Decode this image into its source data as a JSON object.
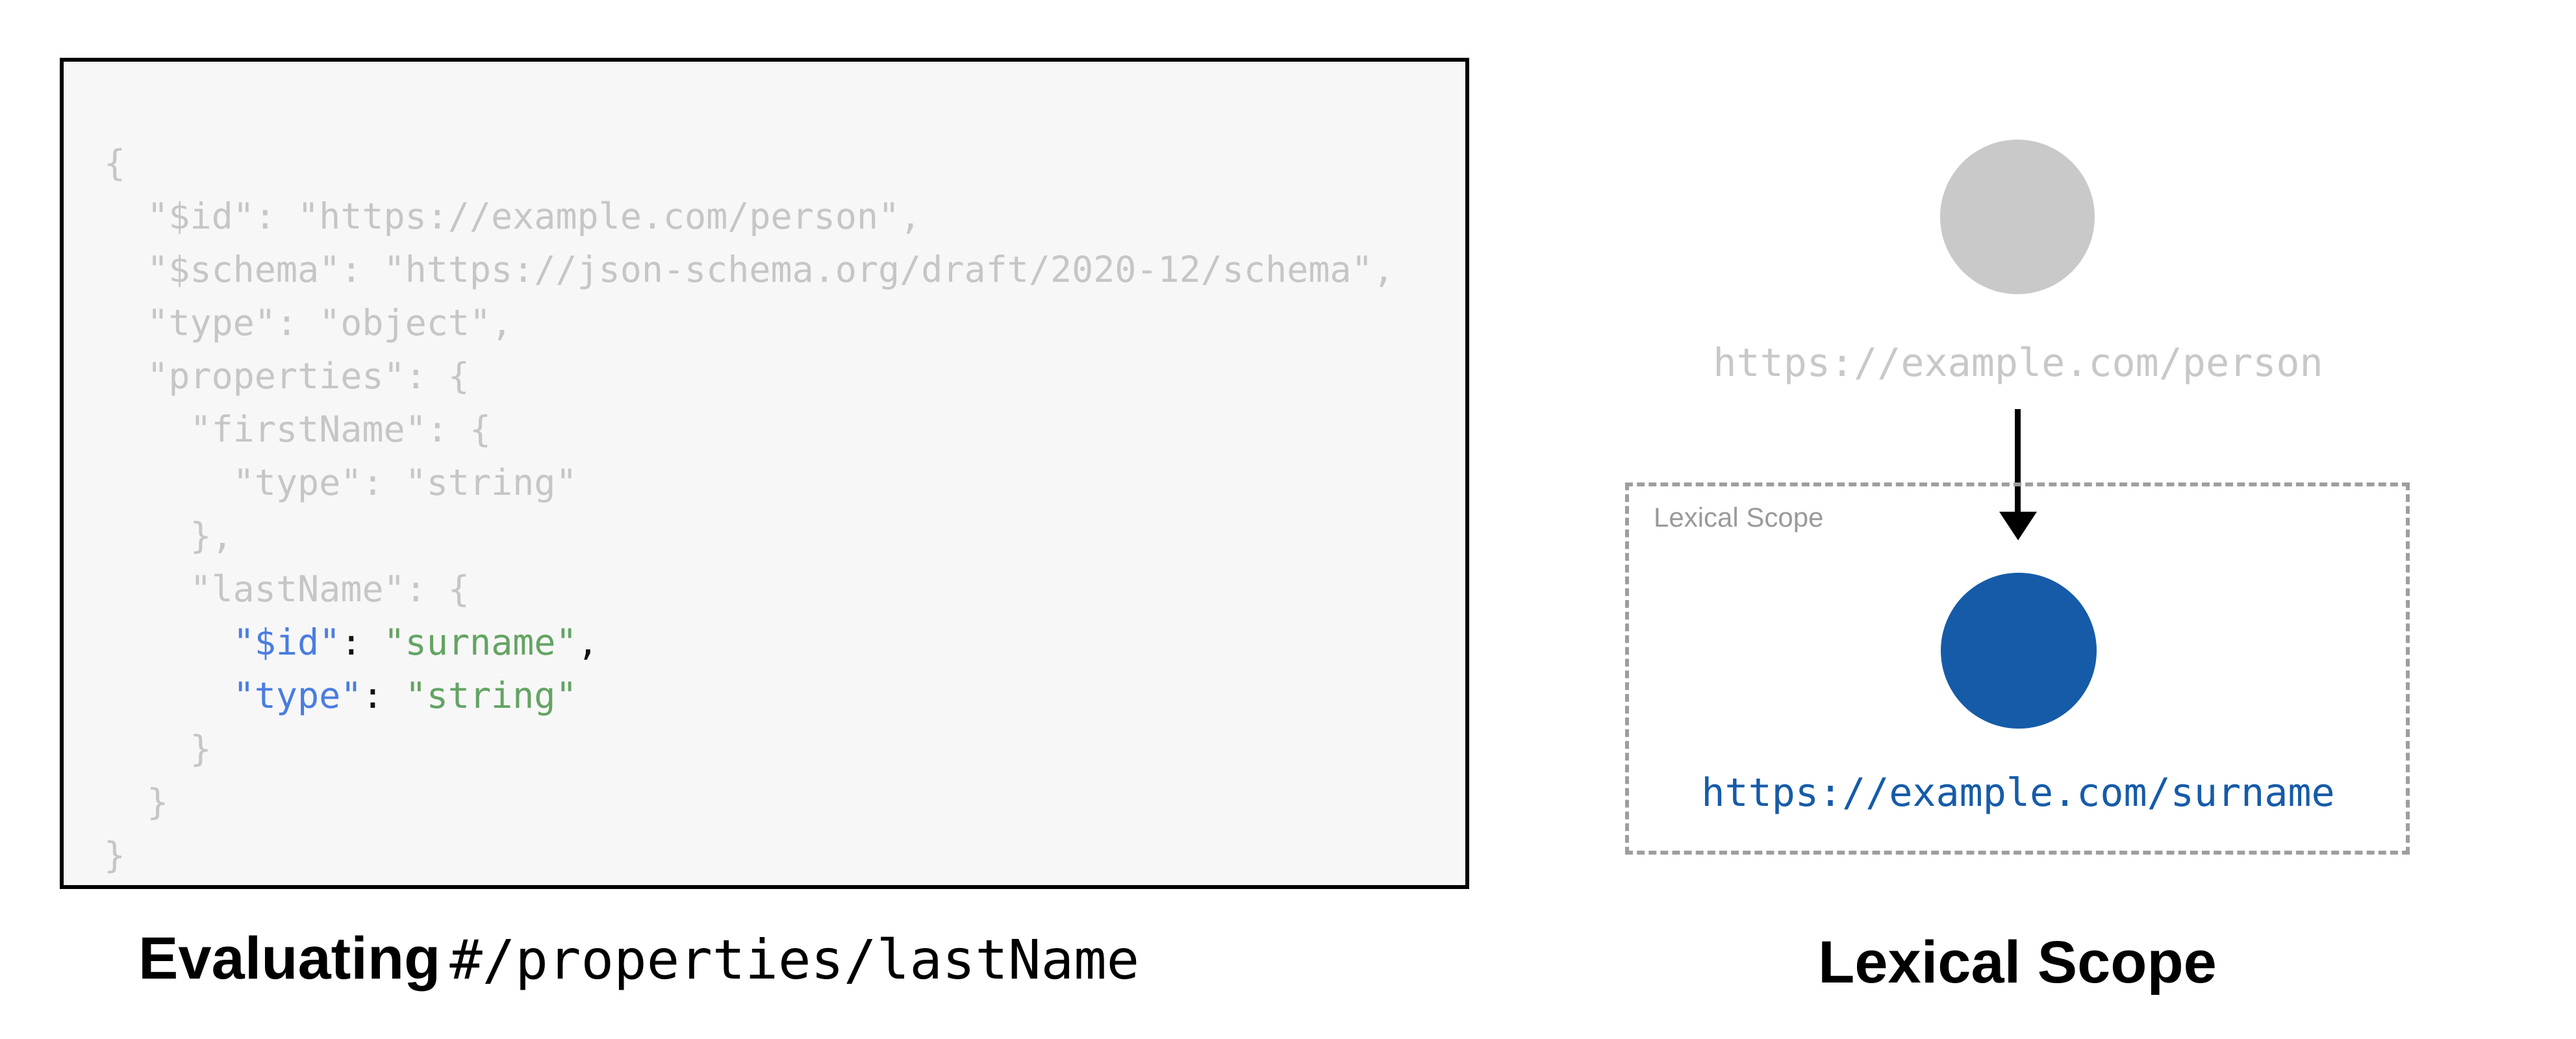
{
  "colors": {
    "code_box_bg": "#f7f7f7",
    "code_box_border": "#000000",
    "code_muted": "#c6c6c6",
    "code_key_blue": "#4a7de0",
    "code_string_green": "#63a463",
    "code_punct_dark": "#111111",
    "node_gray": "#c9c9c9",
    "node_gray_text": "#c8c8c8",
    "node_blue": "#165ba8",
    "dashed_gray": "#9e9e9e",
    "scope_label_gray": "#9a9a9a"
  },
  "code_panel": {
    "lines": [
      [
        [
          "muted",
          "{"
        ]
      ],
      [
        [
          "muted",
          "  \"$id\": \"https://example.com/person\","
        ]
      ],
      [
        [
          "muted",
          "  \"$schema\": \"https://json-schema.org/draft/2020-12/schema\","
        ]
      ],
      [
        [
          "muted",
          "  \"type\": \"object\","
        ]
      ],
      [
        [
          "muted",
          "  \"properties\": {"
        ]
      ],
      [
        [
          "muted",
          "    \"firstName\": {"
        ]
      ],
      [
        [
          "muted",
          "      \"type\": \"string\""
        ]
      ],
      [
        [
          "muted",
          "    },"
        ]
      ],
      [
        [
          "muted",
          "    \"lastName\": {"
        ]
      ],
      [
        [
          "muted",
          "      "
        ],
        [
          "blue",
          "\"$id\""
        ],
        [
          "dark",
          ": "
        ],
        [
          "green",
          "\"surname\""
        ],
        [
          "dark",
          ","
        ]
      ],
      [
        [
          "muted",
          "      "
        ],
        [
          "blue",
          "\"type\""
        ],
        [
          "dark",
          ": "
        ],
        [
          "green",
          "\"string\""
        ]
      ],
      [
        [
          "muted",
          "    }"
        ]
      ],
      [
        [
          "muted",
          "  }"
        ]
      ],
      [
        [
          "muted",
          "}"
        ]
      ]
    ],
    "caption_bold": "Evaluating",
    "caption_code": "#/properties/lastName"
  },
  "diagram": {
    "parent_node": {
      "label": "https://example.com/person"
    },
    "scope_box": {
      "label": "Lexical Scope"
    },
    "child_node": {
      "label": "https://example.com/surname"
    },
    "caption": "Lexical Scope"
  }
}
